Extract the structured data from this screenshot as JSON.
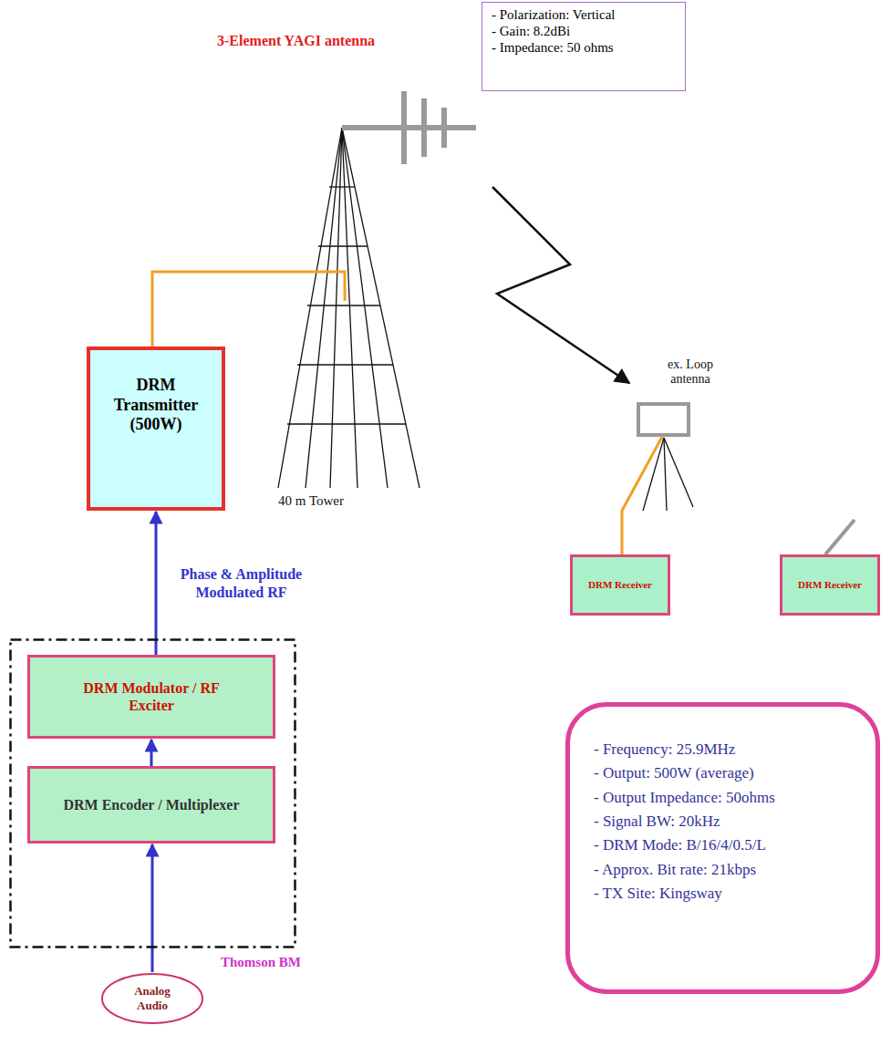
{
  "diagram": {
    "nodes": [
      {
        "text": [
          "- Polarization: Vertical",
          "- Gain: 8.2dBi",
          "- Impedance: 50 ohms"
        ]
      },
      {
        "text": [
          "DRM Transmitter (500W)"
        ]
      },
      {
        "text": [
          "DRM Receiver"
        ]
      },
      {
        "text": [
          "DRM Receiver"
        ]
      },
      {
        "text": [
          "- Frequency: 25.9MHz",
          "- Output: 500W (average)",
          "- Output Impedance: 50ohms",
          "- Signal BW: 20kHz",
          "- DRM Mode: B/16/4/0.5/L",
          "- Approx. Bit rate: 21kbps",
          "- TX Site: Kingsway"
        ]
      },
      {
        "text": [
          "Thomson BM"
        ]
      },
      {
        "text": [
          "DRM Modulator / RF Exciter"
        ],
        "in": 5
      },
      {
        "text": [
          "DRM Encoder / Multiplexer"
        ],
        "in": 5
      },
      {
        "text": [
          "Analog Audio"
        ]
      }
    ],
    "edges": [
      {
        "from": 8,
        "to": 7,
        "arrow": "to"
      },
      {
        "from": 7,
        "to": 6,
        "arrow": "to"
      },
      {
        "from": 6,
        "to": 1,
        "arrow": "to",
        "label": "Phase & Amplitude Modulated RF"
      }
    ],
    "labels": [
      "3-Element YAGI antenna",
      "40 m Tower",
      "ex. Loop antenna"
    ]
  }
}
